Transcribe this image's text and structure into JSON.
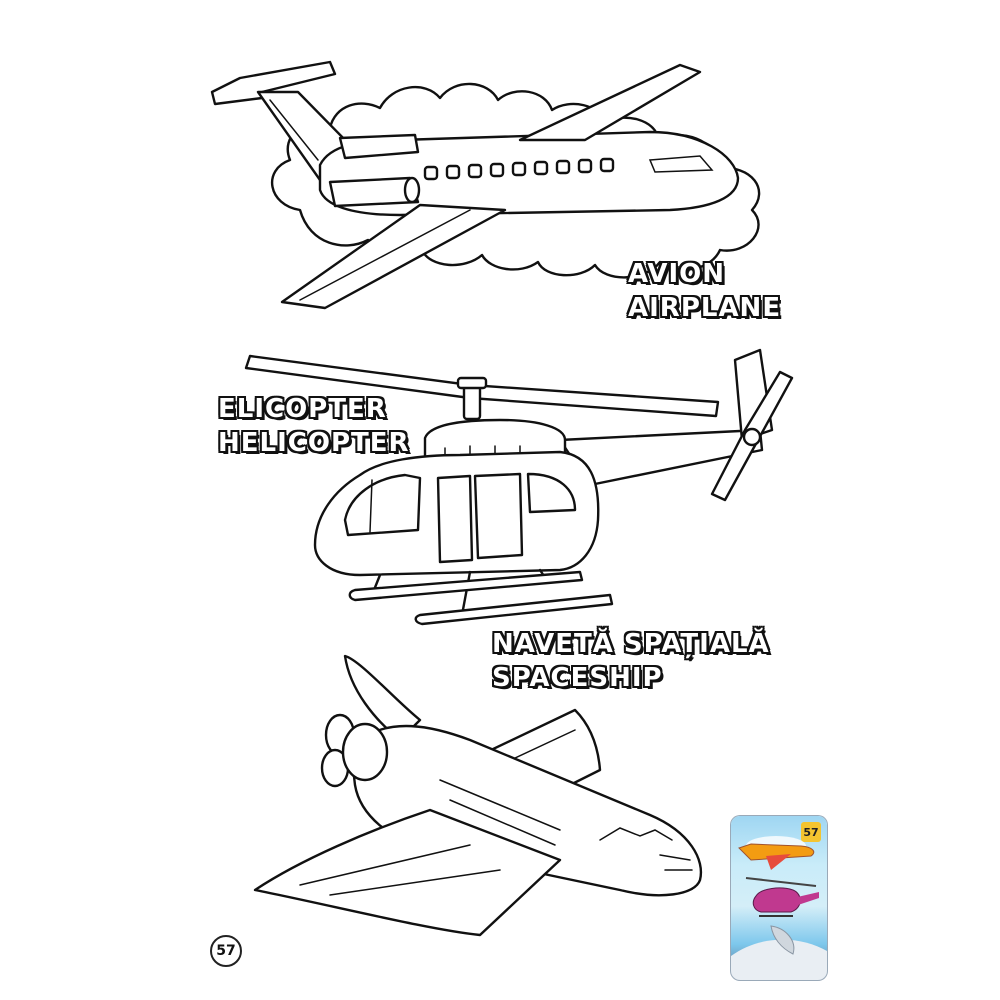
{
  "airplane": {
    "line1": "AVION",
    "line2": "AIRPLANE"
  },
  "helicopter": {
    "line1": "ELICOPTER",
    "line2": "HELICOPTER"
  },
  "spaceship": {
    "line1": "NAVETĂ SPAȚIALĂ",
    "line2": "SPACESHIP"
  },
  "page_number": "57",
  "thumbnail": {
    "page_number": "57"
  },
  "colors": {
    "ink": "#111111",
    "paper": "#ffffff",
    "thumb_sky": "#9fd6f2",
    "thumb_badge": "#f4c430"
  }
}
